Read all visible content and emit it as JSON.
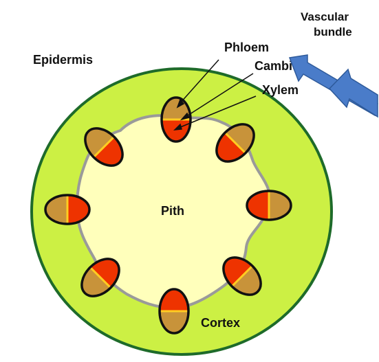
{
  "labels": {
    "vascular_bundle": [
      "Vascular",
      "bundle"
    ],
    "epidermis": "Epidermis",
    "phloem": "Phloem",
    "cambium": "Cambium",
    "xylem": "Xylem",
    "pith": "Pith",
    "cortex": "Cortex"
  },
  "colors": {
    "epidermis_outline": "#1e6b2a",
    "cortex_fill": "#ccf044",
    "pith_fill": "#ffffbb",
    "pith_border": "#9a9a9a",
    "phloem_fill": "#c8933a",
    "xylem_fill": "#ee3300",
    "cambium_line": "#ffcc22",
    "bundle_outline": "#111111",
    "arrow_fill": "#4a7cc9",
    "arrow_outline": "#2e5a9a"
  },
  "icons": {
    "pointer_arrow": "arrow-up-left-icon"
  }
}
